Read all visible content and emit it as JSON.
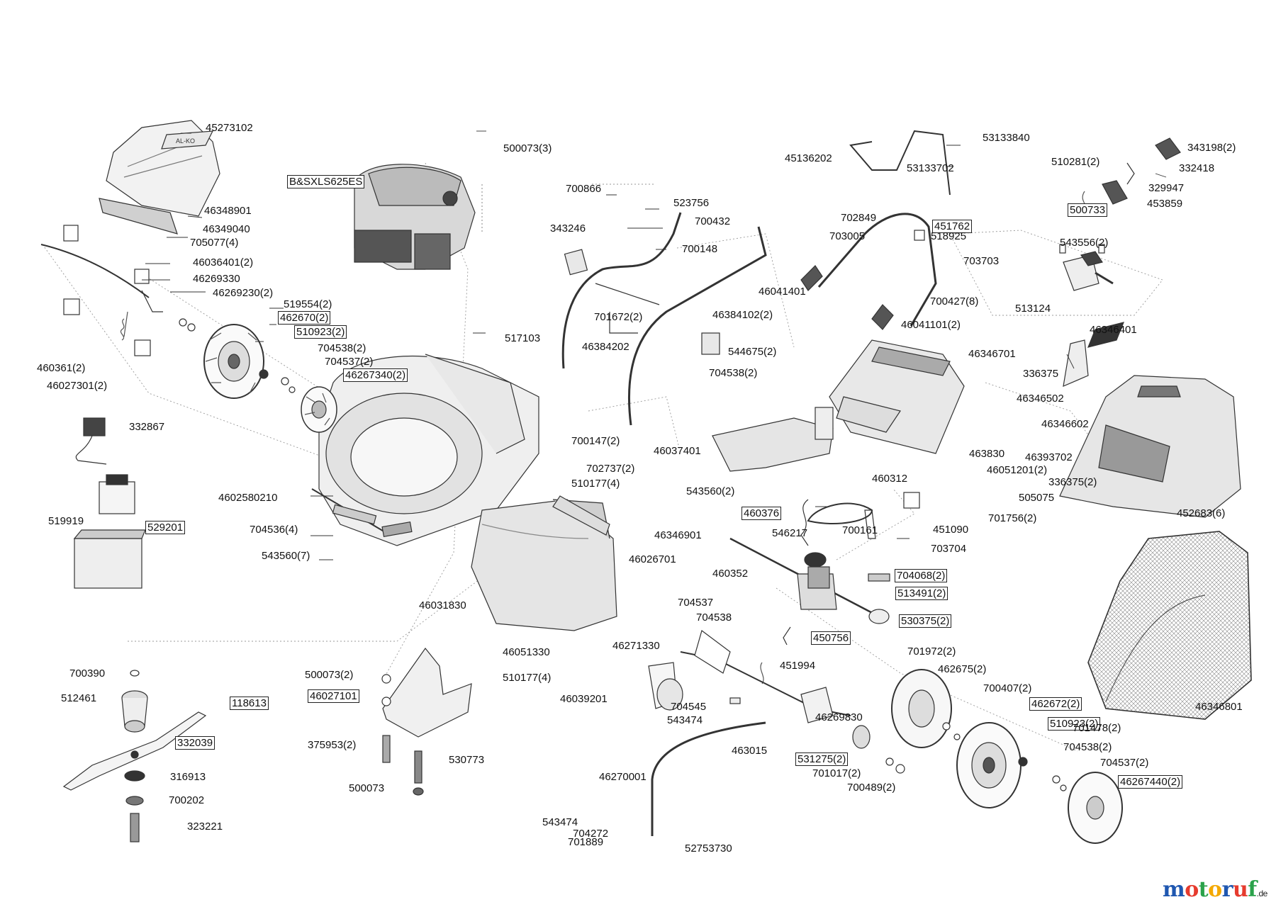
{
  "diagram": {
    "engine_label": "B&SXLS625ES",
    "cover_badge": "AL-KO",
    "labels": [
      {
        "id": "l1",
        "text": "45273102",
        "boxed": false
      },
      {
        "id": "l2",
        "text": "46348901",
        "boxed": false
      },
      {
        "id": "l3",
        "text": "46349040",
        "boxed": false
      },
      {
        "id": "l4",
        "text": "705077(4)",
        "boxed": false
      },
      {
        "id": "l5",
        "text": "46036401(2)",
        "boxed": false
      },
      {
        "id": "l6",
        "text": "46269330",
        "boxed": false
      },
      {
        "id": "l7",
        "text": "46269230(2)",
        "boxed": false
      },
      {
        "id": "l8",
        "text": "519554(2)",
        "boxed": false
      },
      {
        "id": "l9",
        "text": "462670(2)",
        "boxed": true
      },
      {
        "id": "l10",
        "text": "510923(2)",
        "boxed": true
      },
      {
        "id": "l11",
        "text": "704538(2)",
        "boxed": false
      },
      {
        "id": "l12",
        "text": "704537(2)",
        "boxed": false
      },
      {
        "id": "l13",
        "text": "46267340(2)",
        "boxed": true
      },
      {
        "id": "l14",
        "text": "460361(2)",
        "boxed": false
      },
      {
        "id": "l15",
        "text": "46027301(2)",
        "boxed": false
      },
      {
        "id": "l16",
        "text": "332867",
        "boxed": false
      },
      {
        "id": "l17",
        "text": "519919",
        "boxed": false
      },
      {
        "id": "l18",
        "text": "529201",
        "boxed": true
      },
      {
        "id": "l19",
        "text": "500073(3)",
        "boxed": false
      },
      {
        "id": "l20",
        "text": "517103",
        "boxed": false
      },
      {
        "id": "l21",
        "text": "4602580210",
        "boxed": false
      },
      {
        "id": "l22",
        "text": "704536(4)",
        "boxed": false
      },
      {
        "id": "l23",
        "text": "543560(7)",
        "boxed": false
      },
      {
        "id": "l24",
        "text": "700866",
        "boxed": false
      },
      {
        "id": "l25",
        "text": "523756",
        "boxed": false
      },
      {
        "id": "l26",
        "text": "700432",
        "boxed": false
      },
      {
        "id": "l27",
        "text": "343246",
        "boxed": false
      },
      {
        "id": "l28",
        "text": "700148",
        "boxed": false
      },
      {
        "id": "l29",
        "text": "701672(2)",
        "boxed": false
      },
      {
        "id": "l30",
        "text": "46384102(2)",
        "boxed": false
      },
      {
        "id": "l31",
        "text": "46384202",
        "boxed": false
      },
      {
        "id": "l32",
        "text": "544675(2)",
        "boxed": false
      },
      {
        "id": "l33",
        "text": "704538(2)",
        "boxed": false
      },
      {
        "id": "l34",
        "text": "700147(2)",
        "boxed": false
      },
      {
        "id": "l35",
        "text": "702737(2)",
        "boxed": false
      },
      {
        "id": "l36",
        "text": "510177(4)",
        "boxed": false
      },
      {
        "id": "l37",
        "text": "543560(2)",
        "boxed": false
      },
      {
        "id": "l38",
        "text": "46346901",
        "boxed": false
      },
      {
        "id": "l39",
        "text": "46026701",
        "boxed": false
      },
      {
        "id": "l40",
        "text": "46031830",
        "boxed": false
      },
      {
        "id": "l41",
        "text": "46051330",
        "boxed": false
      },
      {
        "id": "l42",
        "text": "46271330",
        "boxed": false
      },
      {
        "id": "l43",
        "text": "510177(4)",
        "boxed": false
      },
      {
        "id": "l44",
        "text": "46039201",
        "boxed": false
      },
      {
        "id": "l45",
        "text": "704537",
        "boxed": false
      },
      {
        "id": "l46",
        "text": "704538",
        "boxed": false
      },
      {
        "id": "l47",
        "text": "704545",
        "boxed": false
      },
      {
        "id": "l48",
        "text": "543474",
        "boxed": false
      },
      {
        "id": "l49",
        "text": "700390",
        "boxed": false
      },
      {
        "id": "l50",
        "text": "512461",
        "boxed": false
      },
      {
        "id": "l51",
        "text": "118613",
        "boxed": true
      },
      {
        "id": "l52",
        "text": "332039",
        "boxed": true
      },
      {
        "id": "l53",
        "text": "316913",
        "boxed": false
      },
      {
        "id": "l54",
        "text": "700202",
        "boxed": false
      },
      {
        "id": "l55",
        "text": "323221",
        "boxed": false
      },
      {
        "id": "l56",
        "text": "500073(2)",
        "boxed": false
      },
      {
        "id": "l57",
        "text": "46027101",
        "boxed": true
      },
      {
        "id": "l58",
        "text": "375953(2)",
        "boxed": false
      },
      {
        "id": "l59",
        "text": "530773",
        "boxed": false
      },
      {
        "id": "l60",
        "text": "500073",
        "boxed": false
      },
      {
        "id": "l61",
        "text": "53133840",
        "boxed": false
      },
      {
        "id": "l62",
        "text": "45136202",
        "boxed": false
      },
      {
        "id": "l63",
        "text": "53133702",
        "boxed": false
      },
      {
        "id": "l64",
        "text": "702849",
        "boxed": false
      },
      {
        "id": "l65",
        "text": "451762",
        "boxed": true
      },
      {
        "id": "l66",
        "text": "703005",
        "boxed": false
      },
      {
        "id": "l67",
        "text": "518925",
        "boxed": false
      },
      {
        "id": "l68",
        "text": "703703",
        "boxed": false
      },
      {
        "id": "l69",
        "text": "46041401",
        "boxed": false
      },
      {
        "id": "l70",
        "text": "700427(8)",
        "boxed": false
      },
      {
        "id": "l71",
        "text": "46041101(2)",
        "boxed": false
      },
      {
        "id": "l72",
        "text": "46346701",
        "boxed": false
      },
      {
        "id": "l73",
        "text": "46037401",
        "boxed": false
      },
      {
        "id": "l74",
        "text": "463830",
        "boxed": false
      },
      {
        "id": "l75",
        "text": "460312",
        "boxed": false
      },
      {
        "id": "l76",
        "text": "460376",
        "boxed": true
      },
      {
        "id": "l77",
        "text": "546217",
        "boxed": false
      },
      {
        "id": "l78",
        "text": "700161",
        "boxed": false
      },
      {
        "id": "l79",
        "text": "451090",
        "boxed": false
      },
      {
        "id": "l80",
        "text": "703704",
        "boxed": false
      },
      {
        "id": "l81",
        "text": "460352",
        "boxed": false
      },
      {
        "id": "l82",
        "text": "704068(2)",
        "boxed": true
      },
      {
        "id": "l83",
        "text": "513491(2)",
        "boxed": true
      },
      {
        "id": "l84",
        "text": "530375(2)",
        "boxed": true
      },
      {
        "id": "l85",
        "text": "450756",
        "boxed": true
      },
      {
        "id": "l86",
        "text": "451994",
        "boxed": false
      },
      {
        "id": "l87",
        "text": "701972(2)",
        "boxed": false
      },
      {
        "id": "l88",
        "text": "462675(2)",
        "boxed": false
      },
      {
        "id": "l89",
        "text": "700407(2)",
        "boxed": false
      },
      {
        "id": "l90",
        "text": "462672(2)",
        "boxed": true
      },
      {
        "id": "l91",
        "text": "510923(2)",
        "boxed": true
      },
      {
        "id": "l92",
        "text": "701478(2)",
        "boxed": false
      },
      {
        "id": "l93",
        "text": "704538(2)",
        "boxed": false
      },
      {
        "id": "l94",
        "text": "704537(2)",
        "boxed": false
      },
      {
        "id": "l95",
        "text": "46267440(2)",
        "boxed": true
      },
      {
        "id": "l96",
        "text": "46269830",
        "boxed": false
      },
      {
        "id": "l97",
        "text": "463015",
        "boxed": false
      },
      {
        "id": "l98",
        "text": "531275(2)",
        "boxed": true
      },
      {
        "id": "l99",
        "text": "701017(2)",
        "boxed": false
      },
      {
        "id": "l100",
        "text": "700489(2)",
        "boxed": false
      },
      {
        "id": "l101",
        "text": "46270001",
        "boxed": false
      },
      {
        "id": "l102",
        "text": "543474",
        "boxed": false
      },
      {
        "id": "l103",
        "text": "704272",
        "boxed": false
      },
      {
        "id": "l104",
        "text": "701889",
        "boxed": false
      },
      {
        "id": "l105",
        "text": "52753730",
        "boxed": false
      },
      {
        "id": "l106",
        "text": "510281(2)",
        "boxed": false
      },
      {
        "id": "l107",
        "text": "343198(2)",
        "boxed": false
      },
      {
        "id": "l108",
        "text": "332418",
        "boxed": false
      },
      {
        "id": "l109",
        "text": "329947",
        "boxed": false
      },
      {
        "id": "l110",
        "text": "453859",
        "boxed": false
      },
      {
        "id": "l111",
        "text": "500733",
        "boxed": true
      },
      {
        "id": "l112",
        "text": "543556(2)",
        "boxed": false
      },
      {
        "id": "l113",
        "text": "513124",
        "boxed": false
      },
      {
        "id": "l114",
        "text": "46346401",
        "boxed": false
      },
      {
        "id": "l115",
        "text": "336375",
        "boxed": false
      },
      {
        "id": "l116",
        "text": "46346502",
        "boxed": false
      },
      {
        "id": "l117",
        "text": "46346602",
        "boxed": false
      },
      {
        "id": "l118",
        "text": "46393702",
        "boxed": false
      },
      {
        "id": "l119",
        "text": "46051201(2)",
        "boxed": false
      },
      {
        "id": "l120",
        "text": "336375(2)",
        "boxed": false
      },
      {
        "id": "l121",
        "text": "505075",
        "boxed": false
      },
      {
        "id": "l122",
        "text": "701756(2)",
        "boxed": false
      },
      {
        "id": "l123",
        "text": "452683(6)",
        "boxed": false
      },
      {
        "id": "l124",
        "text": "46346801",
        "boxed": false
      }
    ]
  },
  "watermark": {
    "brand": "motoruf",
    "tld": ".de",
    "colors": {
      "m": "#1f57b0",
      "o1": "#e63b2e",
      "t": "#2aa24a",
      "o2": "#f4a900",
      "r": "#1f57b0",
      "u": "#e63b2e",
      "f": "#2aa24a"
    }
  }
}
